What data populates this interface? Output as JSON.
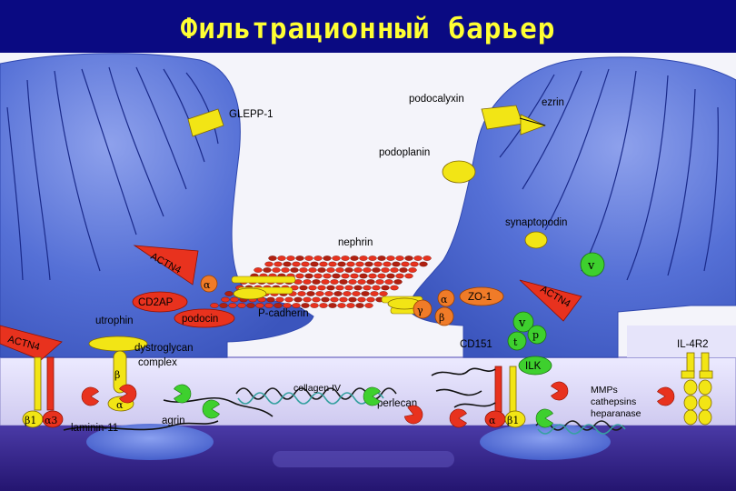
{
  "title": "Фильтрационный барьер",
  "colors": {
    "title_bg": "#0a0a82",
    "title_text": "#ffff33",
    "podocyte": "#4f6bd2",
    "gbm": "#dedaf6",
    "endothelium": "#2a1880",
    "yellow": "#f2e515",
    "red": "#e8321e",
    "green": "#3ed02e",
    "orange": "#f07b28",
    "teal": "#36a0a0"
  },
  "labels": {
    "glepp1": "GLEPP-1",
    "podocalyxin": "podocalyxin",
    "ezrin": "ezrin",
    "podoplanin": "podoplanin",
    "synaptopodin": "synaptopodin",
    "nephrin": "nephrin",
    "actn4": "ACTN4",
    "cd2ap": "CD2AP",
    "utrophin": "utrophin",
    "podocin": "podocin",
    "p_cadherin": "P-cadherin",
    "zo1": "ZO-1",
    "cd151": "CD151",
    "ilk": "ILK",
    "il4r2": "IL-4R2",
    "dystroglycan": [
      "dystroglycan",
      "complex"
    ],
    "collagen_iv": "collagen IV",
    "perlecan": "perlecan",
    "agrin": "agrin",
    "laminin": "laminin-11",
    "mmps": [
      "MMPs",
      "cathepsins",
      "heparanase"
    ]
  },
  "greek": {
    "alpha": "α",
    "beta": "β",
    "gamma": "γ",
    "v": "v",
    "p": "p",
    "t": "t",
    "beta1": "β1",
    "alpha3": "α3"
  }
}
